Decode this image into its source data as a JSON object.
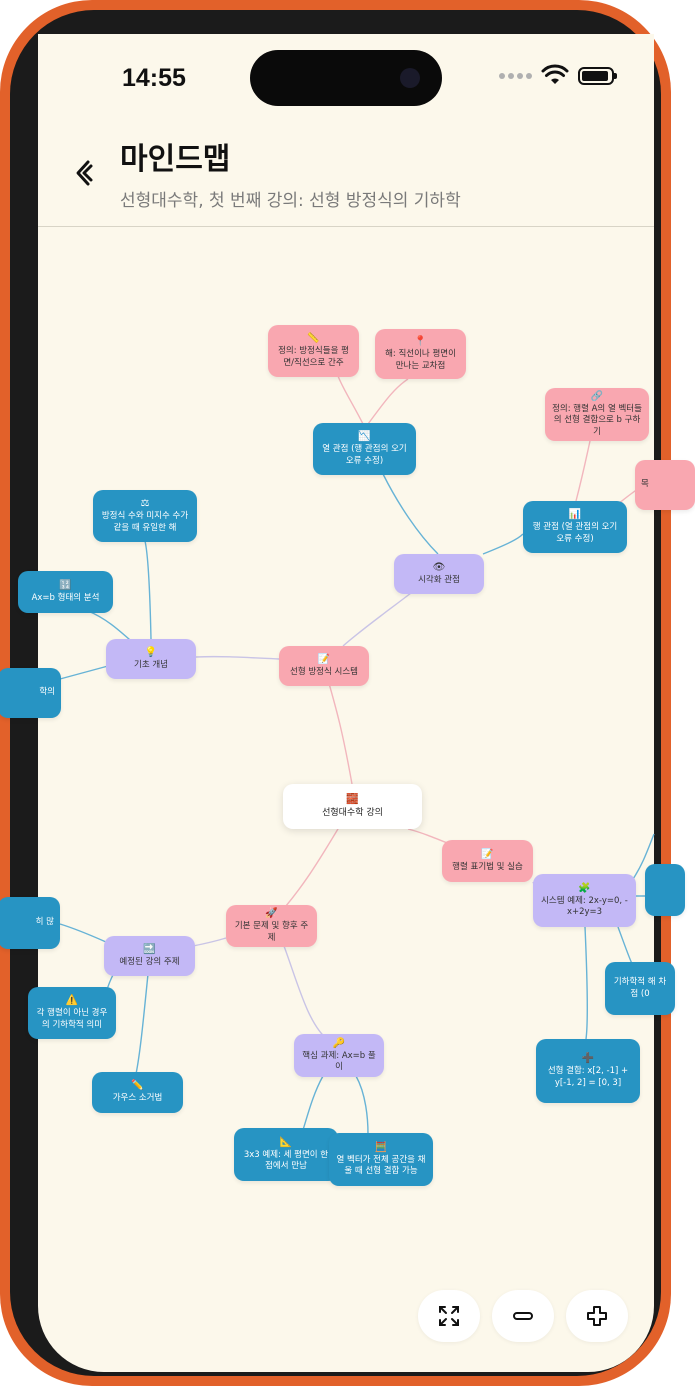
{
  "status_bar": {
    "time": "14:55"
  },
  "header": {
    "title": "마인드맵",
    "subtitle": "선형대수학, 첫 번째 강의: 선형 방정식의 기하학"
  },
  "nodes": {
    "root": {
      "icon": "🧱",
      "text": "선형대수학 강의"
    },
    "linear_system": {
      "icon": "📝",
      "text": "선형 방정식 시스템"
    },
    "basic_concepts": {
      "icon": "💡",
      "text": "기초 개념"
    },
    "unique_solution": {
      "icon": "⚖",
      "text": "방정식 수와 미지수 수가 같을 때 유일한 해"
    },
    "axb_analysis": {
      "icon": "🔢",
      "text": "Ax=b 형태의 분석"
    },
    "left_partial": {
      "text": "학의"
    },
    "visual_view": {
      "icon": "👁",
      "text": "시각화 관점"
    },
    "column_view": {
      "icon": "📉",
      "text": "열 관점 (행 관점의 오기 오류 수정)"
    },
    "def_planes": {
      "icon": "📏",
      "text": "정의: 방정식들을 평면/직선으로 간주"
    },
    "solution_intersection": {
      "icon": "📍",
      "text": "해: 직선이나 평면이 만나는 교차점"
    },
    "row_view": {
      "icon": "📊",
      "text": "행 관점 (열 관점의 오기 오류 수정)"
    },
    "def_column_combo": {
      "icon": "🔗",
      "text": "정의: 행렬 A의 열 벡터들의 선형 결합으로 b 구하기"
    },
    "right_partial": {
      "text": "목"
    },
    "matrix_notation": {
      "icon": "📝",
      "text": "행렬 표기법 및 실습"
    },
    "system_example": {
      "icon": "🧩",
      "text": "시스템 예제: 2x-y=0, -x+2y=3"
    },
    "geom_interp": {
      "text": "기하학적 해 차점 (0"
    },
    "linear_combo": {
      "icon": "➕",
      "text": "선형 결합: x[2, -1] + y[-1, 2] = [0, 3]"
    },
    "future_topics": {
      "icon": "🚀",
      "text": "기본 문제 및 향후 주제"
    },
    "upcoming": {
      "icon": "🔜",
      "text": "예정된 강의 주제"
    },
    "partial_many": {
      "text": "히 많"
    },
    "singular_meaning": {
      "icon": "⚠️",
      "text": "각 행렬이 아닌 경우의 기하학적 의미"
    },
    "gauss": {
      "icon": "✏️",
      "text": "가우스 소거법"
    },
    "core_task": {
      "icon": "🔑",
      "text": "핵심 과제: Ax=b 풀이"
    },
    "ex_3x3": {
      "icon": "📐",
      "text": "3x3 예제: 세 평면이 한 점에서 만남"
    },
    "column_span": {
      "icon": "🧮",
      "text": "열 벡터가 전체 공간을 채울 때 선형 결합 가능"
    }
  },
  "controls": {
    "fit": "fit-screen-icon",
    "zoom_out": "zoom-out-icon",
    "zoom_in": "zoom-in-icon"
  },
  "colors": {
    "pink": "#f9a7b0",
    "lavender": "#c3b8f6",
    "blue": "#2794c3",
    "background": "#fcf8eb",
    "frame": "#e2612a"
  }
}
